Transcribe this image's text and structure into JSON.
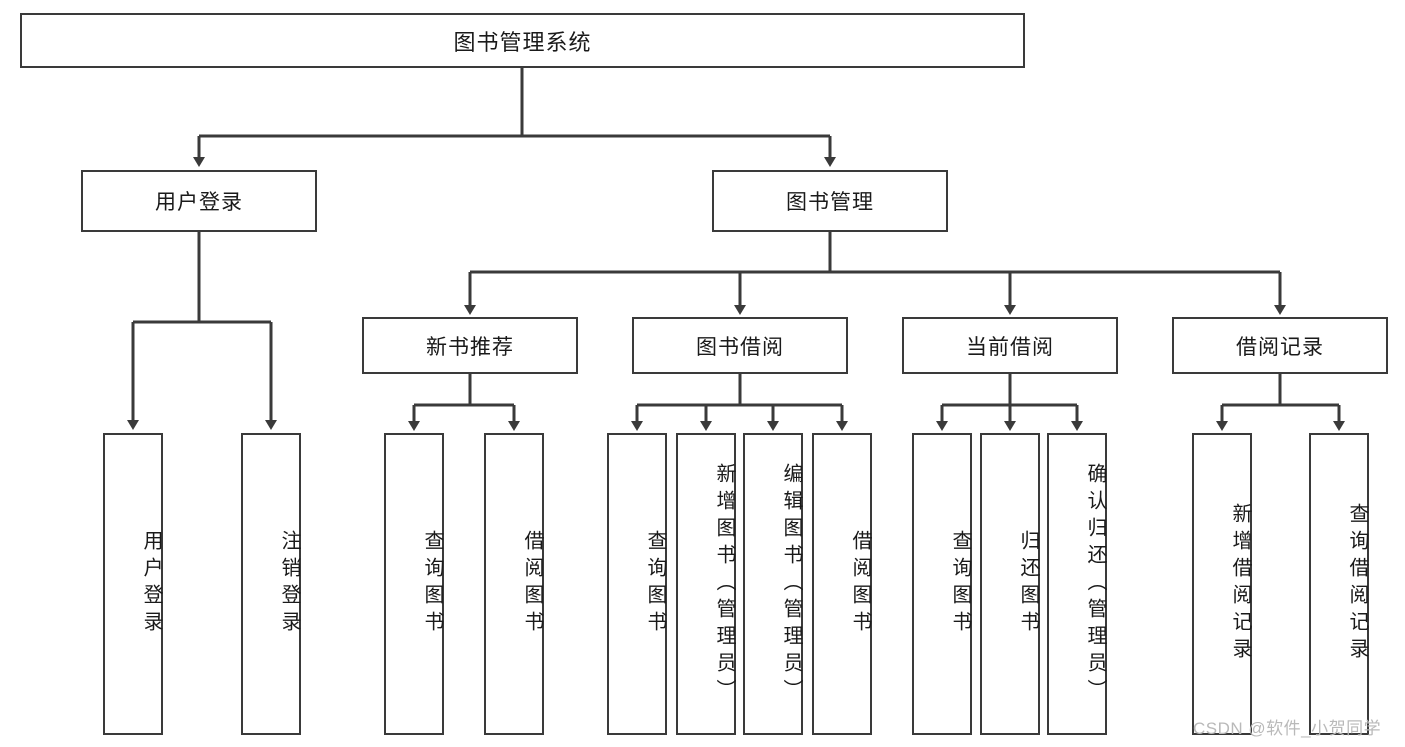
{
  "diagram": {
    "title_node": {
      "label": "图书管理系统"
    },
    "level1": [
      {
        "id": "user-login",
        "label": "用户登录"
      },
      {
        "id": "book-management",
        "label": "图书管理"
      }
    ],
    "level2": [
      {
        "id": "new-book-recommend",
        "label": "新书推荐",
        "parent": "book-management"
      },
      {
        "id": "book-borrow",
        "label": "图书借阅",
        "parent": "book-management"
      },
      {
        "id": "current-borrow",
        "label": "当前借阅",
        "parent": "book-management"
      },
      {
        "id": "borrow-record",
        "label": "借阅记录",
        "parent": "book-management"
      }
    ],
    "leaves": {
      "user-login": [
        {
          "id": "leaf-user-login",
          "label": "用户登录"
        },
        {
          "id": "leaf-user-logout",
          "label": "注销登录"
        }
      ],
      "new-book-recommend": [
        {
          "id": "leaf-query-book-1",
          "label": "查询图书"
        },
        {
          "id": "leaf-borrow-book-1",
          "label": "借阅图书"
        }
      ],
      "book-borrow": [
        {
          "id": "leaf-query-book-2",
          "label": "查询图书"
        },
        {
          "id": "leaf-add-book",
          "label": "新增图书（管理员）"
        },
        {
          "id": "leaf-edit-book",
          "label": "编辑图书（管理员）"
        },
        {
          "id": "leaf-borrow-book-2",
          "label": "借阅图书"
        }
      ],
      "current-borrow": [
        {
          "id": "leaf-query-book-3",
          "label": "查询图书"
        },
        {
          "id": "leaf-return-book",
          "label": "归还图书"
        },
        {
          "id": "leaf-confirm-return",
          "label": "确认归还（管理员）"
        }
      ],
      "borrow-record": [
        {
          "id": "leaf-add-record",
          "label": "新增借阅记录"
        },
        {
          "id": "leaf-query-record",
          "label": "查询借阅记录"
        }
      ]
    }
  },
  "watermark": {
    "text": "CSDN @软件_小贺同学"
  },
  "colors": {
    "border": "#3a3a3a",
    "text": "#1a1a1a",
    "background": "#ffffff",
    "watermark": "#b9b9b9"
  }
}
